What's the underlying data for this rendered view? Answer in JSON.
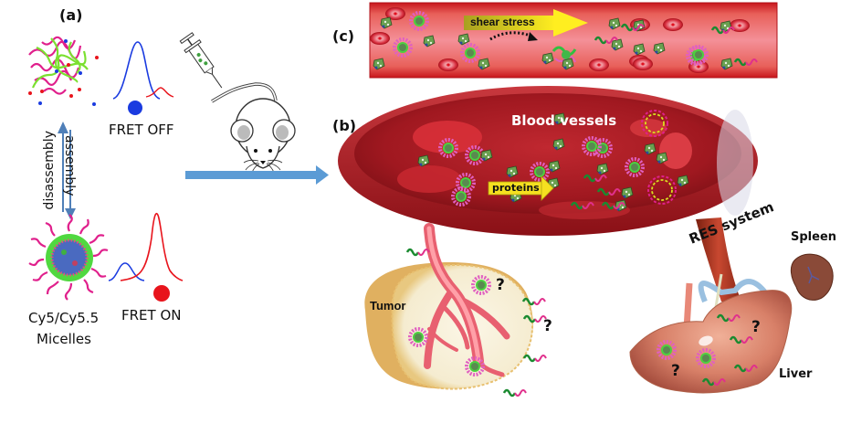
{
  "panels": {
    "a": {
      "tag": "(a)",
      "fret_off": "FRET OFF",
      "fret_on": "FRET ON",
      "micelle_caption_line1": "Cy5/Cy5.5",
      "micelle_caption_line2": "Micelles",
      "disassembly": "disassembly",
      "assembly": "assembly"
    },
    "b": {
      "tag": "(b)",
      "blood_vessels": "Blood vessels",
      "proteins": "proteins",
      "res_system": "RES system",
      "spleen": "Spleen",
      "tumor": "Tumor",
      "liver": "Liver",
      "question_mark": "?"
    },
    "c": {
      "tag": "(c)",
      "shear_stress": "shear stress"
    }
  },
  "colors": {
    "donor_blue": "#1a3be0",
    "acceptor_red": "#e8141c",
    "polymer_pink": "#e0208c",
    "polymer_green": "#7be030",
    "arrow_blue": "#5b9bd5",
    "vessel_red": "#c8242a",
    "yellow_arrow": "#f5e020"
  }
}
